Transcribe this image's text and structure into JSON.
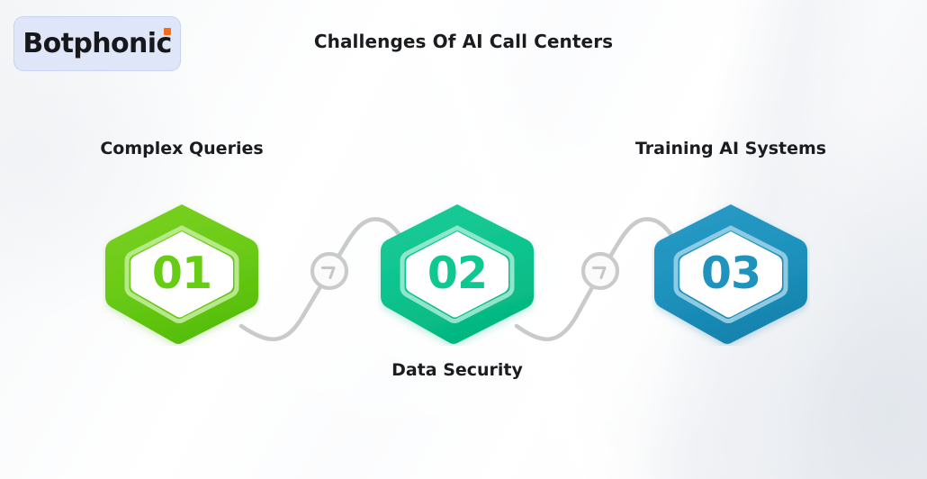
{
  "brand": {
    "name": "Botphonic",
    "badge_bg": "#dfe6f8",
    "accent_dot_color": "#f96a15",
    "text_color": "#17181c"
  },
  "header": {
    "title": "Challenges Of AI Call Centers",
    "title_color": "#1b1c20"
  },
  "background": {
    "base_color": "#fbfbfc",
    "tint_color": "#eef0f3"
  },
  "connector": {
    "line_color": "#c9cacc",
    "marker_icon": "corner-arrow-icon",
    "marker_fill": "#fbfbfc",
    "count": 2
  },
  "steps": [
    {
      "number": "01",
      "label": "Complex Queries",
      "label_position": "above",
      "outer_color": "#6fcc1a",
      "outer_color_dark": "#55bf10",
      "ring_color": "#b7e98a",
      "inner_color": "#ffffff",
      "number_color": "#66cc14"
    },
    {
      "number": "02",
      "label": "Data Security",
      "label_position": "below",
      "outer_color": "#10c48f",
      "outer_color_dark": "#07b883",
      "ring_color": "#8fe6cb",
      "inner_color": "#ffffff",
      "number_color": "#0fc791"
    },
    {
      "number": "03",
      "label": "Training AI Systems",
      "label_position": "above",
      "outer_color": "#1e93be",
      "outer_color_dark": "#1786b1",
      "ring_color": "#8ecbe2",
      "inner_color": "#ffffff",
      "number_color": "#1f93bd"
    }
  ]
}
